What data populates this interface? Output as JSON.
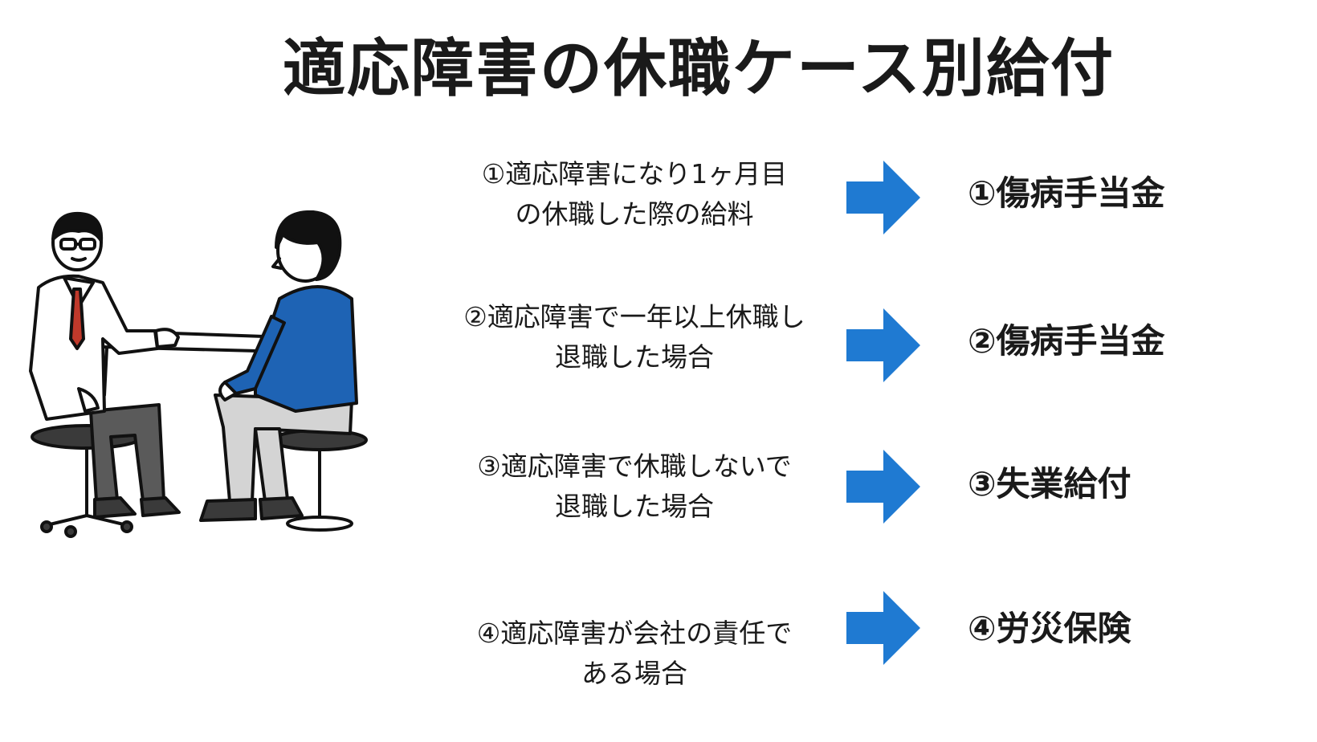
{
  "title": "適応障害の休職ケース別給付",
  "accent_color": "#1f7ad2",
  "illustration": {
    "icon": "doctor-consultation-illustration"
  },
  "cases": [
    {
      "description_lines": [
        "①適応障害になり1ヶ月目",
        "の休職した際の給料"
      ],
      "benefit": "①傷病手当金"
    },
    {
      "description_lines": [
        "②適応障害で一年以上休職し",
        "退職した場合"
      ],
      "benefit": "②傷病手当金"
    },
    {
      "description_lines": [
        "③適応障害で休職しないで",
        "退職した場合"
      ],
      "benefit": "③失業給付"
    },
    {
      "description_lines": [
        "④適応障害が会社の責任で",
        "ある場合"
      ],
      "benefit": "④労災保険"
    }
  ]
}
